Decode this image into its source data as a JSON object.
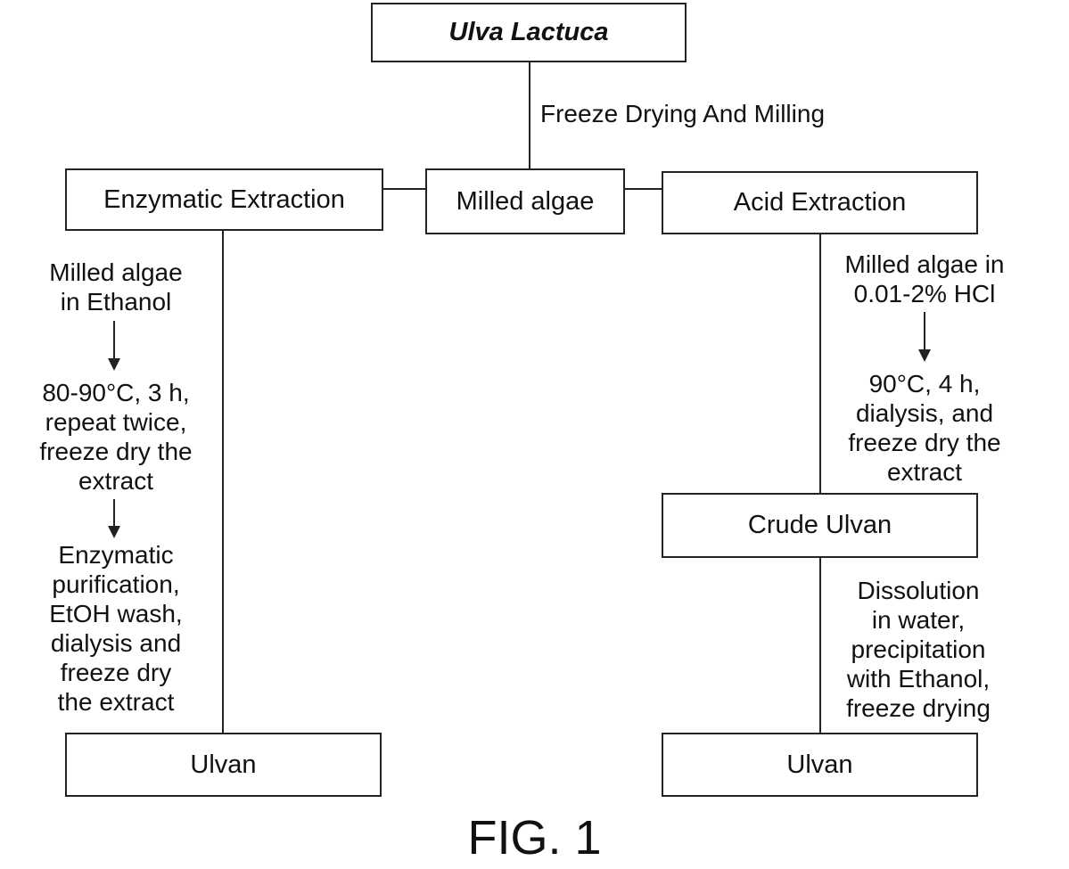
{
  "nodes": {
    "source": "Ulva Lactuca",
    "milled": "Milled algae",
    "enzymatic": "Enzymatic Extraction",
    "acid": "Acid Extraction",
    "crude": "Crude Ulvan",
    "ulvan_left": "Ulvan",
    "ulvan_right": "Ulvan"
  },
  "edge_labels": {
    "freeze_drying": "Freeze Drying And Milling"
  },
  "left_steps": {
    "step1": [
      "Milled algae",
      "in Ethanol"
    ],
    "step2": [
      "80-90°C, 3 h,",
      "repeat twice,",
      "freeze dry the",
      "extract"
    ],
    "step3": [
      "Enzymatic",
      "purification,",
      "EtOH wash,",
      "dialysis and",
      "freeze dry",
      "the extract"
    ]
  },
  "right_steps": {
    "step1": [
      "Milled algae in",
      "0.01-2% HCl"
    ],
    "step2": [
      "90°C, 4 h,",
      "dialysis, and",
      "freeze dry the",
      "extract"
    ],
    "step3": [
      "Dissolution",
      "in water,",
      "precipitation",
      "with Ethanol,",
      "freeze drying"
    ]
  },
  "caption": "FIG. 1"
}
